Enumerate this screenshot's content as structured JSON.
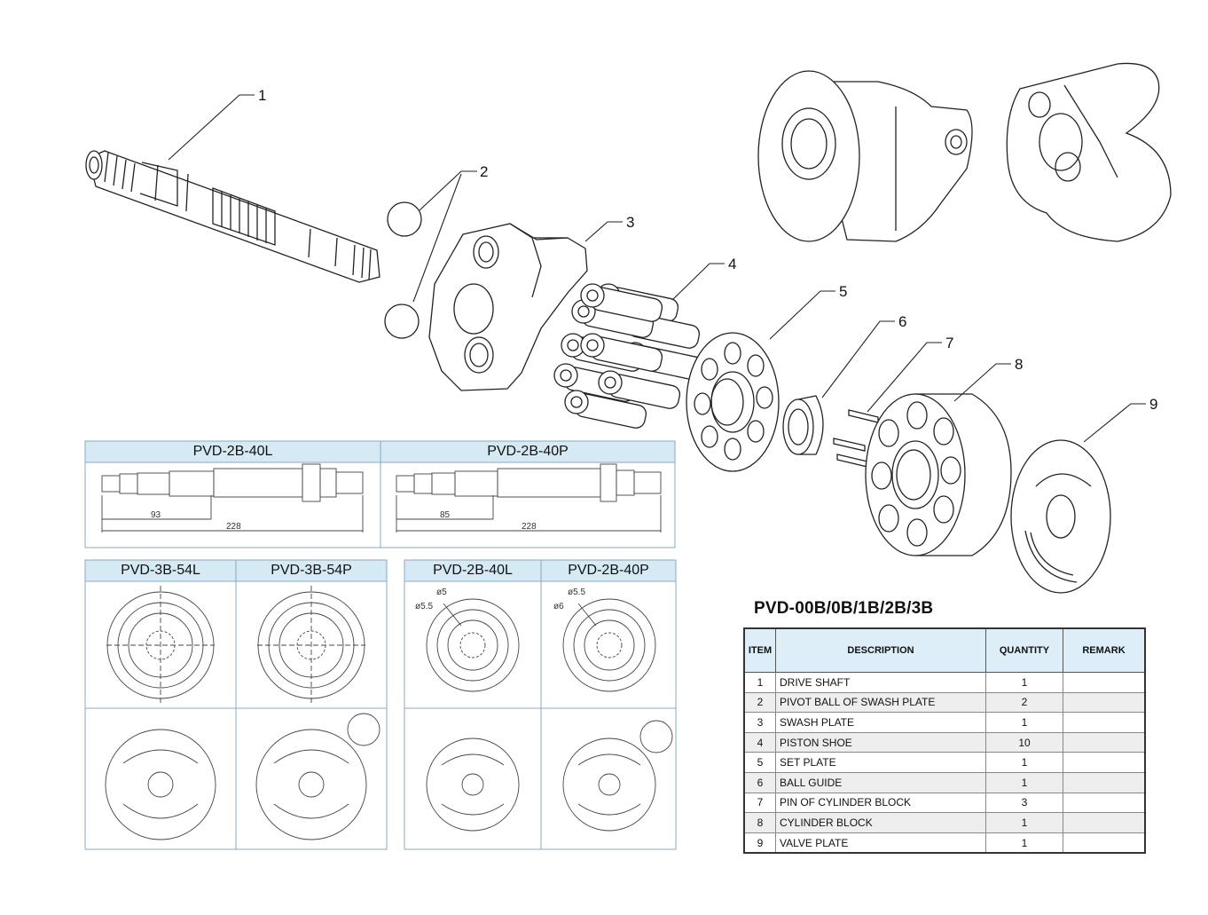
{
  "callouts": [
    "1",
    "2",
    "3",
    "4",
    "5",
    "6",
    "7",
    "8",
    "9"
  ],
  "shaft_panels": {
    "left": {
      "title": "PVD-2B-40L",
      "dim_short": "93",
      "dim_long": "228"
    },
    "right": {
      "title": "PVD-2B-40P",
      "dim_short": "85",
      "dim_long": "228"
    }
  },
  "plate_panels_a": {
    "left_title": "PVD-3B-54L",
    "right_title": "PVD-3B-54P"
  },
  "plate_panels_b": {
    "left_title": "PVD-2B-40L",
    "right_title": "PVD-2B-40P",
    "left_d1": "ø5",
    "left_d2": "ø5.5",
    "right_d1": "ø5.5",
    "right_d2": "ø6"
  },
  "parts_list": {
    "title": "PVD-00B/0B/1B/2B/3B",
    "headers": {
      "item": "ITEM",
      "description": "DESCRIPTION",
      "quantity": "QUANTITY",
      "remark": "REMARK"
    },
    "rows": [
      {
        "item": "1",
        "description": "DRIVE SHAFT",
        "quantity": "1",
        "remark": ""
      },
      {
        "item": "2",
        "description": "PIVOT BALL OF SWASH PLATE",
        "quantity": "2",
        "remark": ""
      },
      {
        "item": "3",
        "description": "SWASH PLATE",
        "quantity": "1",
        "remark": ""
      },
      {
        "item": "4",
        "description": "PISTON SHOE",
        "quantity": "10",
        "remark": ""
      },
      {
        "item": "5",
        "description": "SET PLATE",
        "quantity": "1",
        "remark": ""
      },
      {
        "item": "6",
        "description": "BALL GUIDE",
        "quantity": "1",
        "remark": ""
      },
      {
        "item": "7",
        "description": "PIN OF CYLINDER BLOCK",
        "quantity": "3",
        "remark": ""
      },
      {
        "item": "8",
        "description": "CYLINDER BLOCK",
        "quantity": "1",
        "remark": ""
      },
      {
        "item": "9",
        "description": "VALVE PLATE",
        "quantity": "1",
        "remark": ""
      }
    ]
  },
  "colors": {
    "panel_header": "#d6eaf6",
    "panel_border": "#8aa8c0",
    "line": "#222222"
  }
}
